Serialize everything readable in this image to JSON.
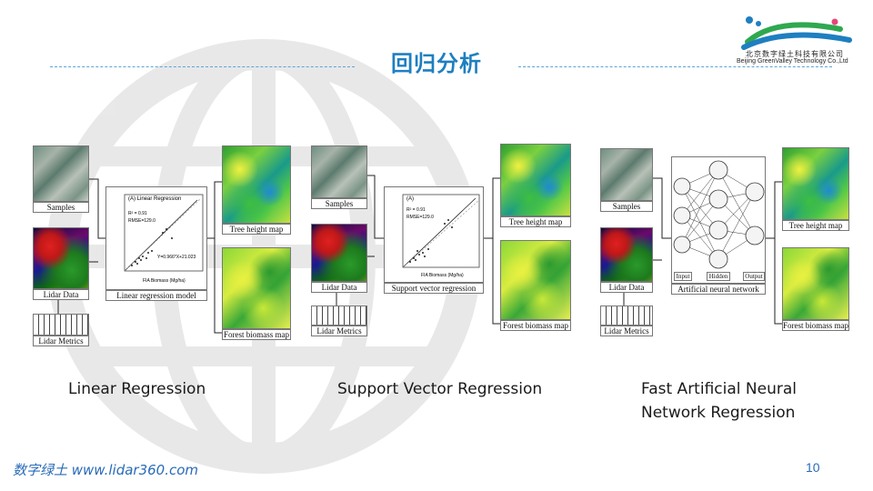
{
  "slide": {
    "title": "回归分析",
    "page_number": "10",
    "footer": "数字绿土 www.lidar360.com"
  },
  "logo": {
    "company_cn": "北京数字绿土科技有限公司",
    "company_en": "Beijing GreenValley Technology Co.,Ltd"
  },
  "methods": [
    {
      "label": "Linear Regression",
      "captions": {
        "samples": "Samples",
        "lidar": "Lidar Data",
        "metrics": "Lidar Metrics",
        "model": "Linear regression model",
        "tree": "Tree height map",
        "biomass": "Forest biomass map"
      },
      "chart_texts": {
        "title": "(A) Linear Regression",
        "r2": "R² = 0.91",
        "rmse": "RMSE=129.0",
        "equation": "Y=0.966*X+21.023",
        "xlabel": "FIA Biomass (Mg/ha)"
      }
    },
    {
      "label": "Support Vector Regression",
      "captions": {
        "samples": "Samples",
        "lidar": "Lidar Data",
        "metrics": "Lidar Metrics",
        "model": "Support vector regression",
        "tree": "Tree height map",
        "biomass": "Forest biomass map"
      },
      "chart_texts": {
        "title": "(A)",
        "r2": "R² = 0.91",
        "rmse": "RMSE=129.0",
        "xlabel": "FIA Biomass (Mg/ha)"
      }
    },
    {
      "label_line1": "Fast Artificial Neural",
      "label_line2": "Network Regression",
      "captions": {
        "samples": "Samples",
        "lidar": "Lidar Data",
        "metrics": "Lidar Metrics",
        "model": "Artificial neural network",
        "tree": "Tree height map",
        "biomass": "Forest biomass map"
      },
      "nn_labels": {
        "input": "Input",
        "hidden": "Hidden",
        "output": "Output"
      }
    }
  ],
  "colors": {
    "title": "#1e7fc1",
    "link": "#2a6bb8",
    "logo_green": "#2fa84f",
    "logo_blue": "#1e7fc1"
  }
}
